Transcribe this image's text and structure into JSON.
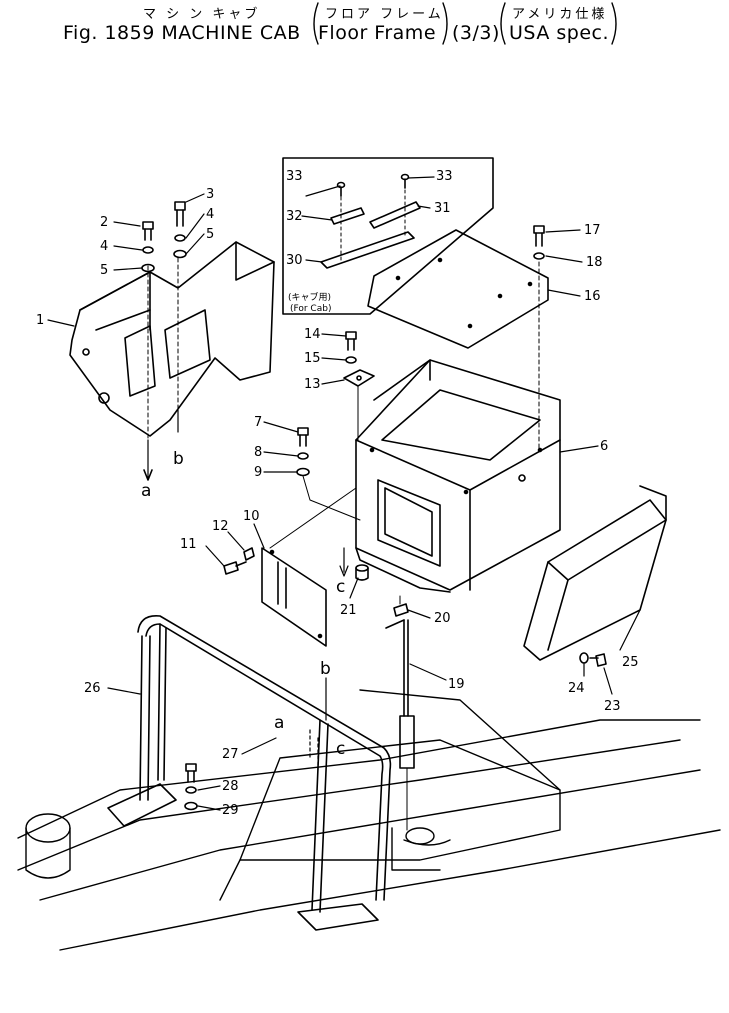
{
  "header": {
    "kana_main": "マ シ ン キャブ",
    "kana_sub1": "フロア フレーム",
    "kana_sub2": "アメリカ仕様",
    "title_main": "Fig. 1859 MACHINE CAB",
    "title_sub1": "Floor Frame",
    "title_page": "(3/3)",
    "title_sub2": "USA spec."
  },
  "inset": {
    "note_jp": "(キャブ用)",
    "note_en": "(For Cab)"
  },
  "callouts": {
    "p1": "1",
    "p2": "2",
    "p3": "3",
    "p4a": "4",
    "p4b": "4",
    "p5a": "5",
    "p5b": "5",
    "p6": "6",
    "p7": "7",
    "p8": "8",
    "p9": "9",
    "p10": "10",
    "p11": "11",
    "p12": "12",
    "p13": "13",
    "p14": "14",
    "p15": "15",
    "p16": "16",
    "p17": "17",
    "p18": "18",
    "p19": "19",
    "p20": "20",
    "p21": "21",
    "p23": "23",
    "p24": "24",
    "p25": "25",
    "p26": "26",
    "p27": "27",
    "p28": "28",
    "p29": "29",
    "p30": "30",
    "p31": "31",
    "p32": "32",
    "p33a": "33",
    "p33b": "33"
  },
  "refs": {
    "a1": "a",
    "b1": "b",
    "c1": "c",
    "a2": "a",
    "b2": "b",
    "c2": "c"
  },
  "colors": {
    "ink": "#000000",
    "paper": "#ffffff"
  }
}
